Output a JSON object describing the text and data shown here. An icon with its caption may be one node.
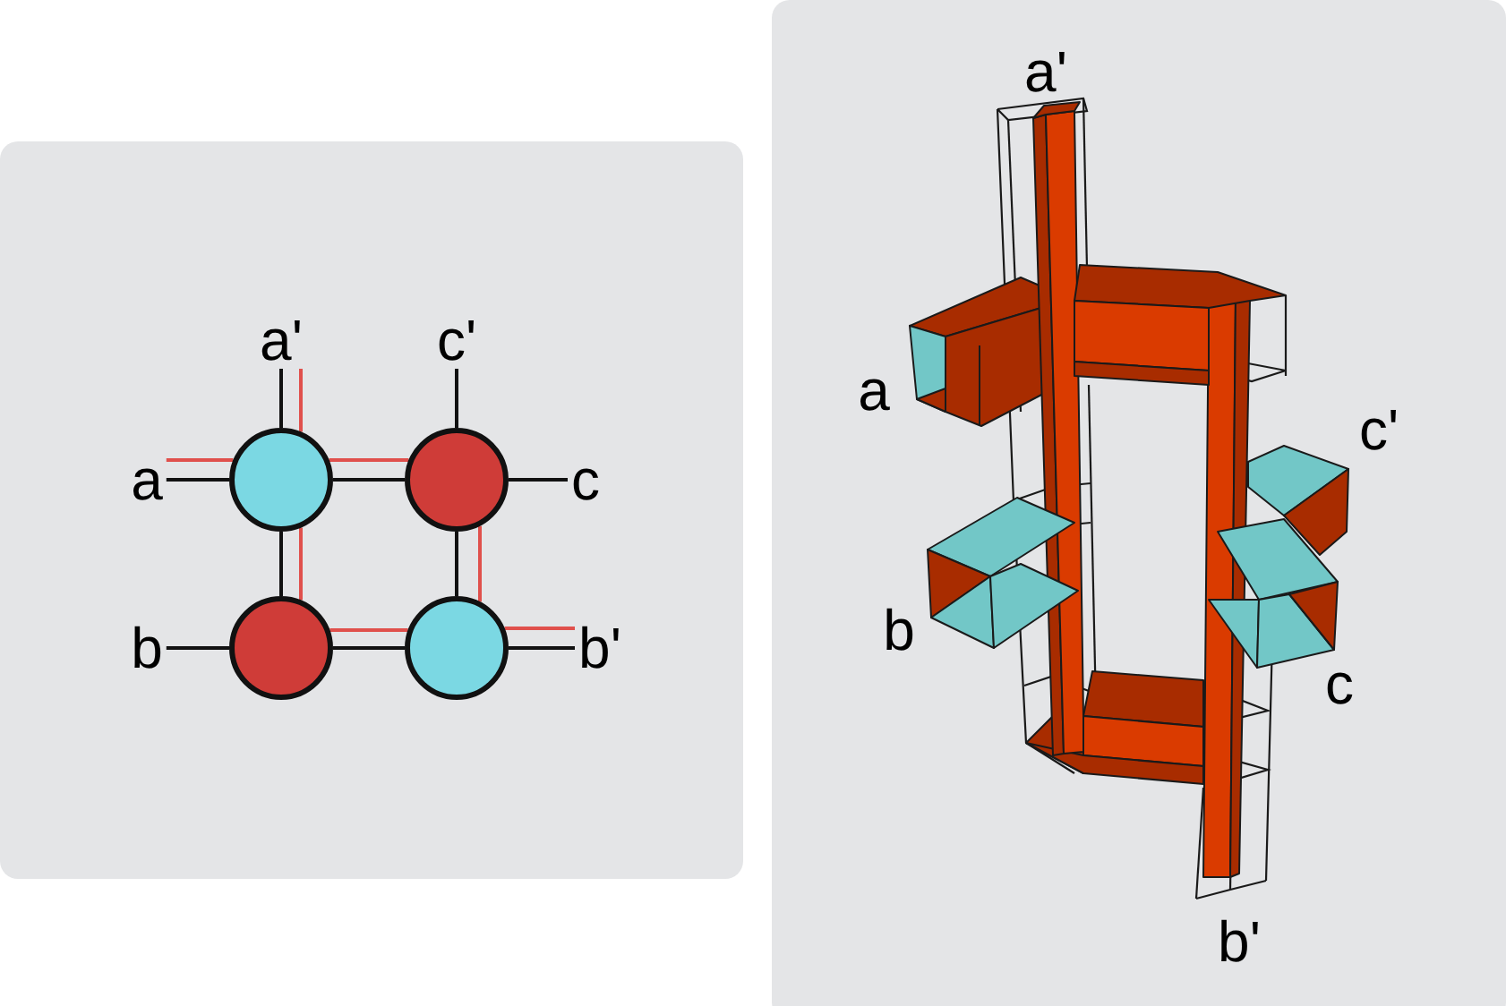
{
  "diagram": {
    "nodes": [
      {
        "text": [
          "a'"
        ]
      },
      {
        "text": [
          "c'"
        ]
      },
      {
        "text": [
          "a"
        ]
      },
      {
        "text": [],
        "shape": "circle"
      },
      {
        "text": [],
        "shape": "circle"
      },
      {
        "text": [
          "c"
        ]
      },
      {
        "text": [
          "b"
        ]
      },
      {
        "text": [],
        "shape": "circle"
      },
      {
        "text": [],
        "shape": "circle"
      },
      {
        "text": [
          "b'"
        ]
      }
    ],
    "edges": [
      {
        "from": 0,
        "to": 3,
        "arrow": "none"
      },
      {
        "from": 1,
        "to": 4,
        "arrow": "none"
      },
      {
        "from": 2,
        "to": 3,
        "arrow": "none"
      },
      {
        "from": 3,
        "to": 4,
        "arrow": "none"
      },
      {
        "from": 4,
        "to": 5,
        "arrow": "none"
      },
      {
        "from": 3,
        "to": 7,
        "arrow": "none"
      },
      {
        "from": 4,
        "to": 8,
        "arrow": "none"
      },
      {
        "from": 6,
        "to": 7,
        "arrow": "none"
      },
      {
        "from": 7,
        "to": 8,
        "arrow": "none"
      },
      {
        "from": 8,
        "to": 9,
        "arrow": "none"
      },
      {
        "from": 0,
        "to": 3,
        "arrow": "none",
        "color": "#e0504c"
      },
      {
        "from": 2,
        "to": 3,
        "arrow": "none",
        "color": "#e0504c"
      },
      {
        "from": 3,
        "to": 4,
        "arrow": "none",
        "color": "#e0504c"
      },
      {
        "from": 3,
        "to": 7,
        "arrow": "none",
        "color": "#e0504c"
      },
      {
        "from": 4,
        "to": 8,
        "arrow": "none",
        "color": "#e0504c"
      },
      {
        "from": 7,
        "to": 8,
        "arrow": "none",
        "color": "#e0504c"
      },
      {
        "from": 8,
        "to": 9,
        "arrow": "none",
        "color": "#e0504c"
      }
    ],
    "labels": [
      "a'",
      "a",
      "c'",
      "b",
      "c",
      "b'"
    ]
  }
}
